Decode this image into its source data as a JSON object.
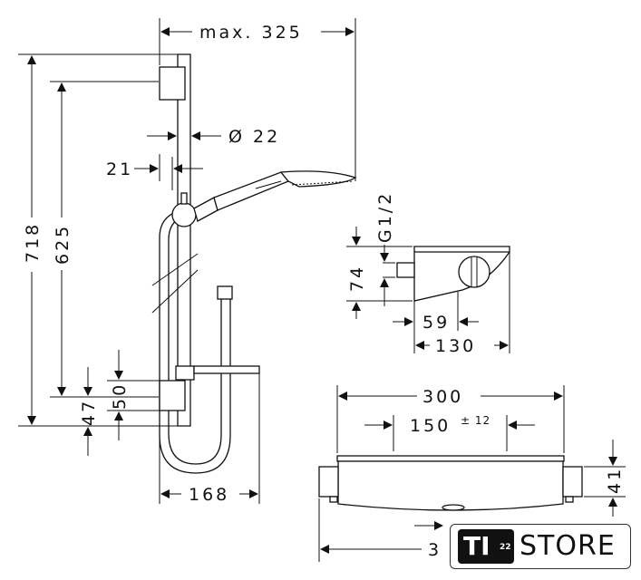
{
  "diagram": {
    "title": "Shower set dimension drawing",
    "dimensions": {
      "max_reach": "max. 325",
      "rail_diameter": "Ø 22",
      "wall_offset": "21",
      "total_height": "718",
      "rail_height": "625",
      "lower_offset": "47",
      "bracket_height": "50",
      "bracket_depth": "168",
      "thread": "G1/2",
      "thermostat_height": "74",
      "thermostat_depth_inner": "59",
      "thermostat_depth": "130",
      "thermostat_width": "300",
      "inlet_spacing": "150",
      "inlet_tolerance": "± 12",
      "body_height": "41",
      "overall_partial": "3"
    }
  },
  "logo": {
    "mark": "TI",
    "superscript": "22",
    "word": "STORE"
  }
}
